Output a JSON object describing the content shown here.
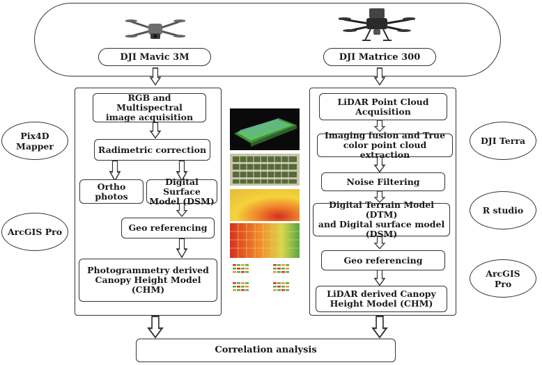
{
  "drones": {
    "left_label": "DJI Mavic 3M",
    "right_label": "DJI Matrice 300",
    "left_icon": "quadcopter-drone-icon",
    "right_icon": "hexacopter-drone-icon"
  },
  "photogrammetry": {
    "rgb": "RGB and Multispectral\nimage acquisition",
    "radiometric": "Radimetric correction",
    "ortho": "Ortho photos",
    "dsm": "Digital Surface\nModel (DSM)",
    "georef": "Geo referencing",
    "chm": "Photogrammetry derived\nCanopy Height Model\n(CHM)"
  },
  "lidar": {
    "acq": "LiDAR Point Cloud\nAcquisition",
    "fusion": "Imaging fusion and True\ncolor point cloud extraction",
    "noise": "Noise Filtering",
    "dtm": "Digital Terrain Model (DTM)\nand Digital surface model\n(DSM)",
    "georef": "Geo referencing",
    "chm": "LiDAR derived Canopy\nHeight Model (CHM)"
  },
  "software": {
    "pix4d": "Pix4D\nMapper",
    "arcgis_left": "ArcGIS Pro",
    "dji_terra": "DJI Terra",
    "rstudio": "R studio",
    "arcgis_right": "ArcGIS\nPro"
  },
  "final": {
    "correlation": "Correlation analysis"
  },
  "colors": {
    "stroke": "#333333",
    "point_cloud_bg": "#0a0a0a",
    "point_cloud_green": "#4fb84a",
    "orthomosaic": "#7d8f5e",
    "dsm_red": "#d7301f",
    "dsm_yellow": "#f5d33b",
    "dsm_green": "#55a843"
  }
}
